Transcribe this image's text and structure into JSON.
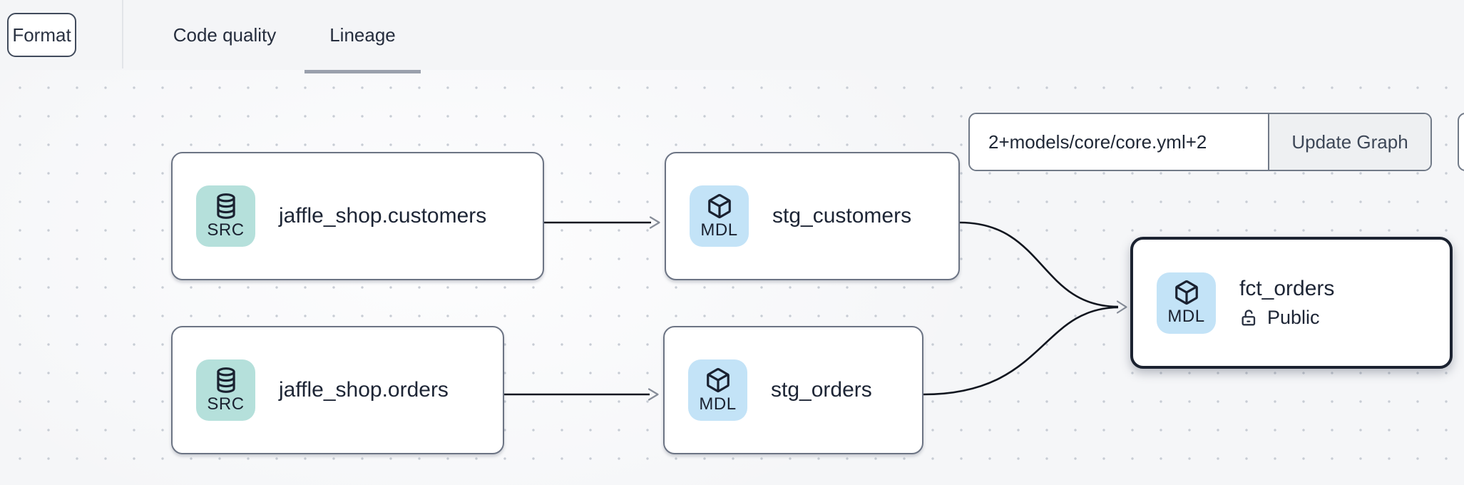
{
  "topbar": {
    "format_button": "Format",
    "tabs": [
      {
        "label": "Code quality",
        "active": false
      },
      {
        "label": "Lineage",
        "active": true
      }
    ]
  },
  "controls": {
    "selector_input_value": "2+models/core/core.yml+2",
    "update_graph_button": "Update Graph"
  },
  "graph": {
    "nodes": [
      {
        "id": "jaffle_shop.customers",
        "badge": "SRC",
        "icon": "database",
        "title": "jaffle_shop.customers",
        "selected": false
      },
      {
        "id": "stg_customers",
        "badge": "MDL",
        "icon": "cube",
        "title": "stg_customers",
        "selected": false
      },
      {
        "id": "jaffle_shop.orders",
        "badge": "SRC",
        "icon": "database",
        "title": "jaffle_shop.orders",
        "selected": false
      },
      {
        "id": "stg_orders",
        "badge": "MDL",
        "icon": "cube",
        "title": "stg_orders",
        "selected": false
      },
      {
        "id": "fct_orders",
        "badge": "MDL",
        "icon": "cube",
        "title": "fct_orders",
        "access": "Public",
        "selected": true
      }
    ],
    "edges": [
      {
        "source": "jaffle_shop.customers",
        "target": "stg_customers"
      },
      {
        "source": "jaffle_shop.orders",
        "target": "stg_orders"
      },
      {
        "source": "stg_customers",
        "target": "fct_orders"
      },
      {
        "source": "stg_orders",
        "target": "fct_orders"
      }
    ]
  },
  "colors": {
    "source_badge_bg": "#b5e0db",
    "model_badge_bg": "#c3e3f7",
    "edge_line": "#11161f",
    "edge_arrow": "#868c98",
    "node_border": "#6c7484",
    "selected_node_border": "#1b2230",
    "tab_underline": "#9aa0ac",
    "canvas_dot": "#c7ccd4",
    "topbar_bg": "#f4f5f7",
    "canvas_bg": "#f5f6f8"
  }
}
